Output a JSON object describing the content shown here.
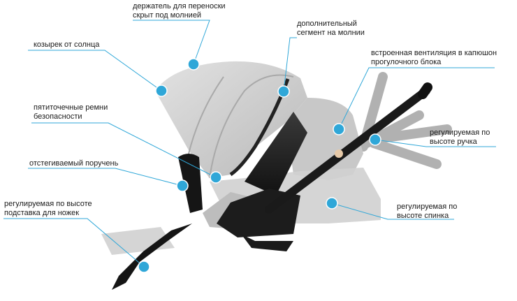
{
  "callouts": [
    {
      "id": "handle-holder",
      "text": "держатель для переноски\nскрыт под молнией"
    },
    {
      "id": "zip-segment",
      "text": "дополнительный\nсегмент на молнии"
    },
    {
      "id": "sun-visor",
      "text": "козырек от солнца"
    },
    {
      "id": "ventilation",
      "text": "встроенная вентиляция в капюшон\nпрогулочного блока"
    },
    {
      "id": "harness",
      "text": "пятиточечные ремни\nбезопасности"
    },
    {
      "id": "handle-height",
      "text": "регулируемая по\nвысоте ручка"
    },
    {
      "id": "bumper-bar",
      "text": "отстегиваемый поручень"
    },
    {
      "id": "footrest",
      "text": "регулируемая по высоте\nподставка для ножек"
    },
    {
      "id": "backrest",
      "text": "регулируемая по\nвысоте спинка"
    }
  ],
  "colors": {
    "accent": "#2fa7d8",
    "fabric": "#cfcfcf",
    "frame": "#1c1c1c"
  }
}
